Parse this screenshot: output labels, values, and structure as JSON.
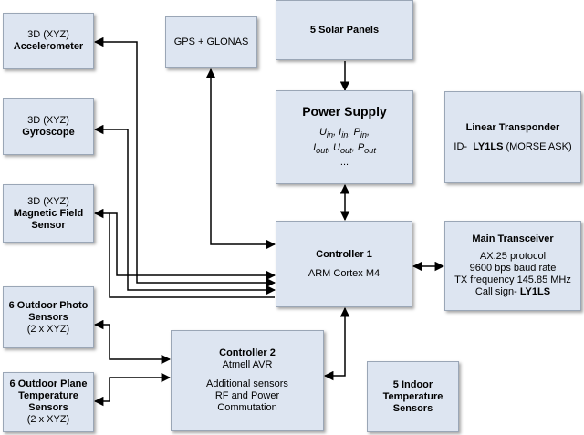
{
  "accelerometer": {
    "line1": "3D (XYZ)",
    "line2": "Accelerometer"
  },
  "gyroscope": {
    "line1": "3D (XYZ)",
    "line2": "Gyroscope"
  },
  "magnetic": {
    "line1": "3D (XYZ)",
    "line2": "Magnetic Field",
    "line3": "Sensor"
  },
  "photo": {
    "line1": "6 Outdoor Photo",
    "line2": "Sensors",
    "line3": "(2 x XYZ)"
  },
  "plane_temp": {
    "line1": "6 Outdoor Plane",
    "line2": "Temperature",
    "line3": "Sensors",
    "line4": "(2 x XYZ)"
  },
  "gps": {
    "label": "GPS + GLONAS"
  },
  "solar": {
    "label": "5 Solar Panels"
  },
  "power": {
    "title": "Power Supply",
    "formula_line1": [
      "U",
      "in",
      ", I",
      "in",
      ", P",
      "in",
      ","
    ],
    "formula_line2": [
      "I",
      "out",
      ", U",
      "out",
      ", P",
      "out"
    ],
    "ellipsis": "..."
  },
  "transponder": {
    "title": "Linear Transponder",
    "id_prefix": "ID-",
    "id_value": "LY1LS",
    "id_suffix": "(MORSE ASK)"
  },
  "controller1": {
    "title": "Controller 1",
    "subtitle": "ARM Cortex M4"
  },
  "transceiver": {
    "title": "Main Transceiver",
    "line1": "AX.25 protocol",
    "line2": "9600 bps baud rate",
    "line3": "TX frequency 145.85 MHz",
    "callsign_prefix": "Call sign-",
    "callsign_value": "LY1LS"
  },
  "controller2": {
    "title": "Controller 2",
    "subtitle": "Atmell AVR",
    "line1": "Additional sensors",
    "line2": "RF and Power",
    "line3": "Commutation"
  },
  "indoor": {
    "line1": "5 Indoor",
    "line2": "Temperature",
    "line3": "Sensors"
  }
}
